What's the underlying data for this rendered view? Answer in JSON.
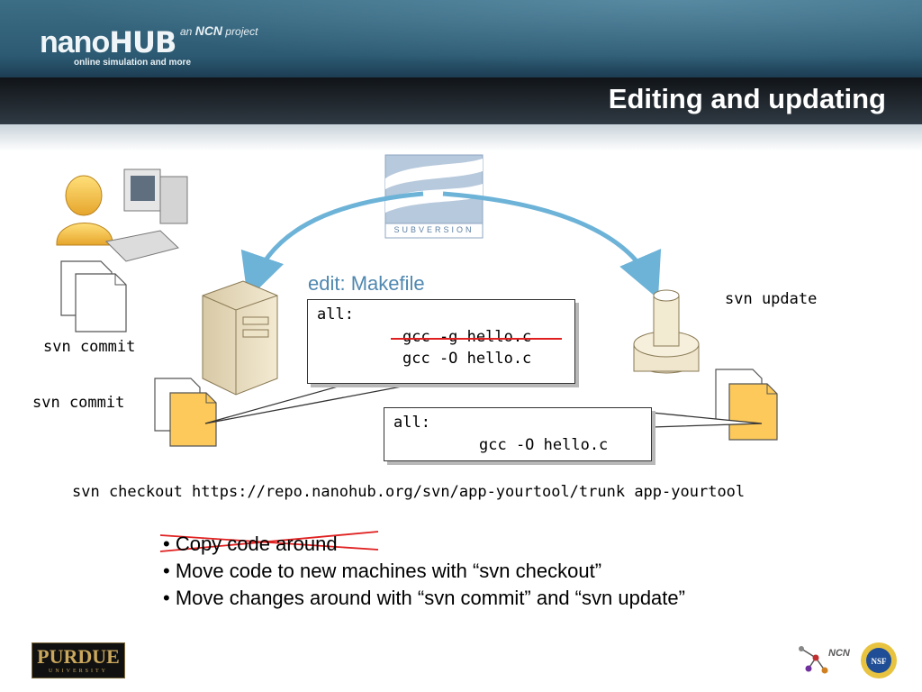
{
  "header": {
    "logo_main": "nano",
    "logo_hub": "HUB",
    "logo_tagline": "online simulation and more",
    "ncn_prefix": "an",
    "ncn_name": "NCN",
    "ncn_suffix": "project",
    "title": "Editing and updating"
  },
  "diagram": {
    "subversion_label": "SUBVERSION",
    "left_commit_label": "svn commit",
    "lower_commit_label": "svn commit",
    "update_label": "svn update",
    "edit_label": "edit: Makefile",
    "edit_box": {
      "line1": "all:",
      "line2_struck": "gcc -g hello.c",
      "line3": "gcc -O hello.c"
    },
    "result_box": {
      "line1": "all:",
      "line2": "gcc -O hello.c"
    },
    "checkout_command": "svn checkout https://repo.nanohub.org/svn/app-yourtool/trunk app-yourtool"
  },
  "bullets": [
    "• Copy code around",
    "• Move code to new machines with “svn checkout”",
    "• Move changes around with “svn commit” and “svn update”"
  ],
  "footer": {
    "purdue_name": "PURDUE",
    "purdue_sub": "UNIVERSITY",
    "ncn_logo": "NCN",
    "nsf_logo": "NSF"
  },
  "colors": {
    "arrow": "#6db3d8",
    "strike": "#e02020",
    "edit_label": "#4f88b0",
    "doc_yellow": "#fcc95a"
  }
}
